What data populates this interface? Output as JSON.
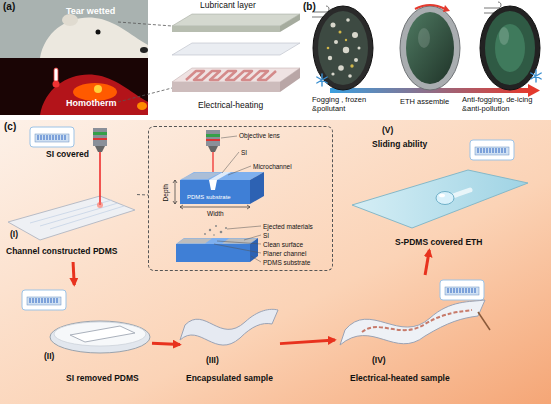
{
  "diagram": {
    "nodes": [
      {
        "text": [
          "(c)"
        ]
      },
      {
        "text": [
          "(I)",
          "SI covered",
          "Channel constructed PDMS"
        ],
        "in": 0
      },
      {
        "text": [
          "Objective lens",
          "SI",
          "Microchannel",
          "Depth",
          "Width",
          "PDMS substrate",
          "Ejected materials",
          "SI",
          "Clean surface",
          "Planer channel",
          "PDMS substrate"
        ],
        "in": 0
      },
      {
        "text": [
          "(II)",
          "SI removed PDMS"
        ],
        "in": 0
      },
      {
        "text": [
          "(III)",
          "Encapsulated sample"
        ],
        "in": 0
      },
      {
        "text": [
          "(IV)",
          "Electrical-heated sample"
        ],
        "in": 0
      },
      {
        "text": [
          "(V)",
          "Sliding ability",
          "S-PDMS covered ETH"
        ],
        "in": 0
      }
    ],
    "edges": [
      {
        "from": 1,
        "to": 2,
        "arrow": "none"
      },
      {
        "from": 1,
        "to": 3,
        "arrow": "to"
      },
      {
        "from": 3,
        "to": 4,
        "arrow": "to"
      },
      {
        "from": 4,
        "to": 5,
        "arrow": "to"
      },
      {
        "from": 5,
        "to": 6,
        "arrow": "to"
      }
    ],
    "labels": [
      "(a)",
      "Tear wetted",
      "Homotherm",
      "Lubricant layer",
      "Electrical-heating",
      "(b)",
      "Fogging , frozen &pollutant",
      "ETH assemble",
      "Anti-fogging, de-icing &anti-pollution"
    ]
  }
}
